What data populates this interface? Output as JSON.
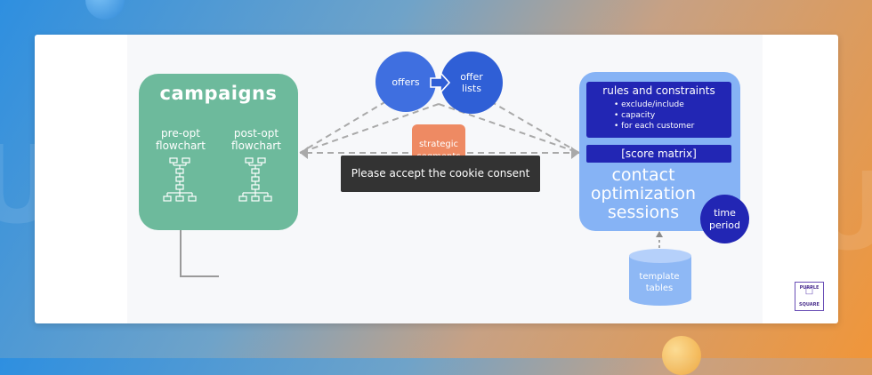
{
  "diagram": {
    "campaigns": {
      "title": "campaigns",
      "pre_opt_label": "pre-opt\nflowchart",
      "post_opt_label": "post-opt\nflowchart"
    },
    "offers_label": "offers",
    "offer_lists_label": "offer\nlists",
    "strategic_segments_label": "strategic\nsegments",
    "contact_optimization": {
      "rules_title": "rules and constraints",
      "rules_items": [
        "exclude/include",
        "capacity",
        "for each customer"
      ],
      "score_matrix_label": "[score matrix]",
      "title": "contact\noptimization\nsessions"
    },
    "time_period_label": "time\nperiod",
    "template_tables_label": "template\ntables"
  },
  "overlay": {
    "cookie_message": "Please accept the cookie consent"
  },
  "logo": {
    "top": "PURPLE",
    "bottom": "SQUARE"
  },
  "colors": {
    "campaigns": "#6dba9c",
    "offers": "#3f6fe0",
    "strategic": "#ee8a63",
    "contact_optimization": "#86b3f5",
    "dark_blue": "#2226b4"
  }
}
